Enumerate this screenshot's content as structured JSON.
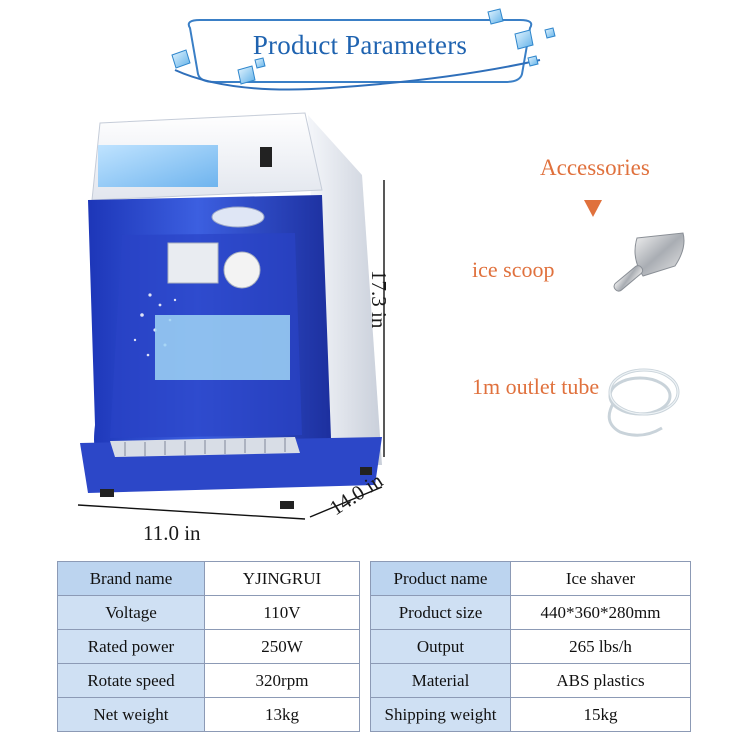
{
  "banner": {
    "title": "Product Parameters"
  },
  "dimensions": {
    "width": "11.0 in",
    "depth": "14.0 in",
    "height": "17.3 in"
  },
  "accessories": {
    "title": "Accessories",
    "items": [
      {
        "label": "ice scoop",
        "icon": "ice-scoop-icon"
      },
      {
        "label": "1m outlet tube",
        "icon": "outlet-tube-icon"
      }
    ]
  },
  "colors": {
    "title_blue": "#1f63b0",
    "accent_orange": "#e0713d",
    "machine_blue": "#2f4fd0",
    "table_key_bg": "#cfe0f3",
    "table_border": "#8c9ab5"
  },
  "spec_left": [
    {
      "key": "Brand name",
      "value": "YJINGRUI"
    },
    {
      "key": "Voltage",
      "value": "110V"
    },
    {
      "key": "Rated power",
      "value": "250W"
    },
    {
      "key": "Rotate speed",
      "value": "320rpm"
    },
    {
      "key": "Net weight",
      "value": "13kg"
    }
  ],
  "spec_right": [
    {
      "key": "Product name",
      "value": "Ice shaver"
    },
    {
      "key": "Product size",
      "value": "440*360*280mm"
    },
    {
      "key": "Output",
      "value": "265 lbs/h"
    },
    {
      "key": "Material",
      "value": "ABS plastics"
    },
    {
      "key": "Shipping weight",
      "value": "15kg"
    }
  ]
}
